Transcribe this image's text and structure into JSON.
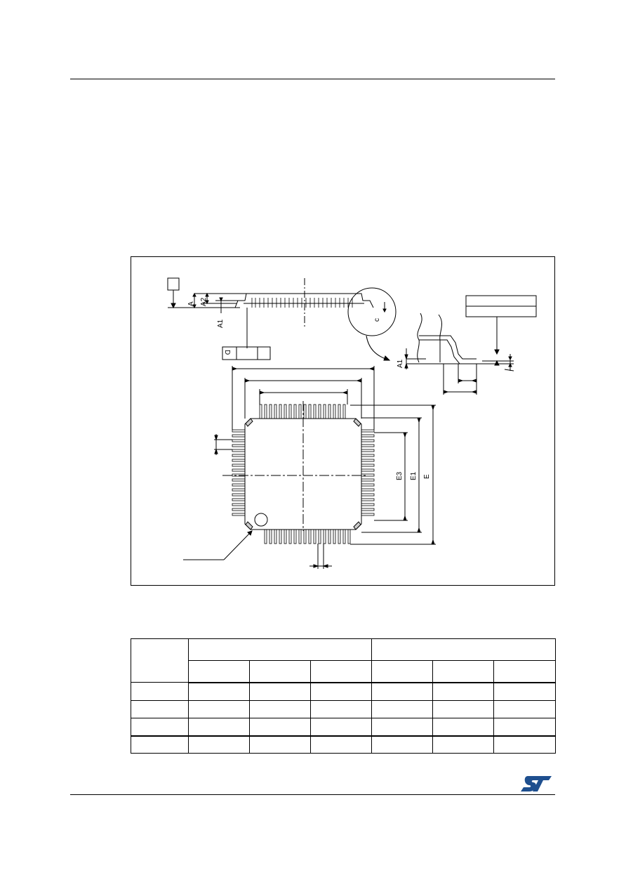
{
  "figure": {
    "dimension_labels": {
      "a": "A",
      "a1": "A1",
      "a2": "A2",
      "a1_detail": "A1",
      "c": "c",
      "e": "E",
      "e1": "E1",
      "e3": "E3",
      "d_flag": "D"
    }
  },
  "table": {
    "header_rows": 2,
    "body_rows": 4,
    "columns": 7
  },
  "logo": {
    "name": "st-logo",
    "color": "#1e4f8f"
  }
}
